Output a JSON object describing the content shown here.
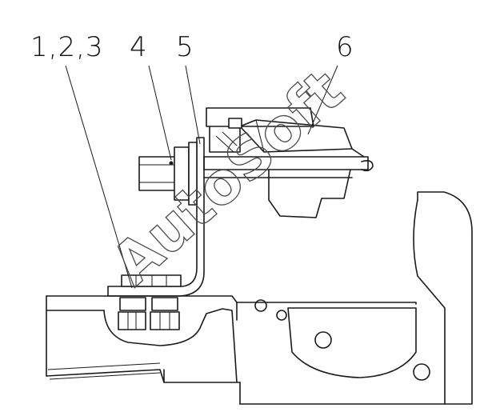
{
  "callouts": {
    "label_123": "1,2,3",
    "label_4": "4",
    "label_5": "5",
    "label_6": "6"
  },
  "watermark": "AutoSoft",
  "colors": {
    "line": "#1a1a1a",
    "background": "#ffffff",
    "watermark": "#4a4a4a"
  }
}
